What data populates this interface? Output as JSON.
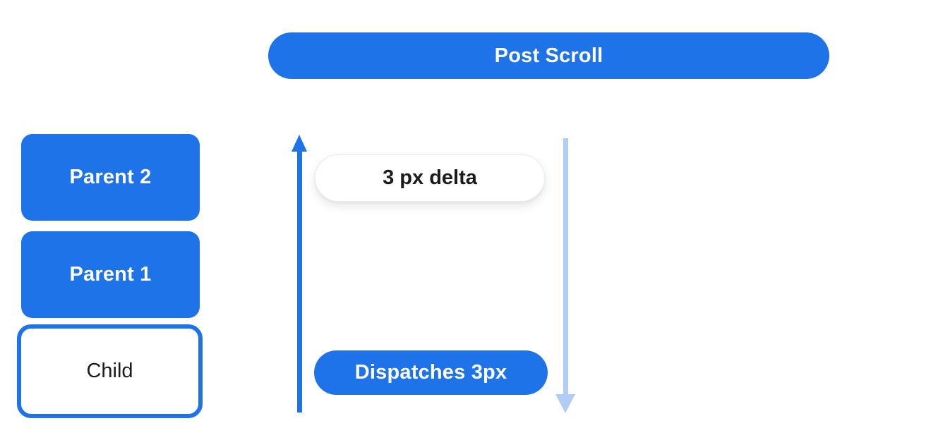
{
  "header": {
    "title": "Post Scroll"
  },
  "nodes": {
    "parent2": {
      "label": "Parent 2"
    },
    "parent1": {
      "label": "Parent 1"
    },
    "child": {
      "label": "Child"
    }
  },
  "annotations": {
    "delta": {
      "label": "3 px delta"
    },
    "dispatch": {
      "label": "Dispatches 3px"
    }
  },
  "icons": {
    "up_arrow": "up-arrow-icon",
    "down_arrow": "down-arrow-icon"
  },
  "colors": {
    "primary_blue": "#1e73e8",
    "light_blue": "#b1ccf5",
    "text_dark": "#1b1b1b",
    "surface_white": "#ffffff",
    "pill_border": "#ececec"
  }
}
